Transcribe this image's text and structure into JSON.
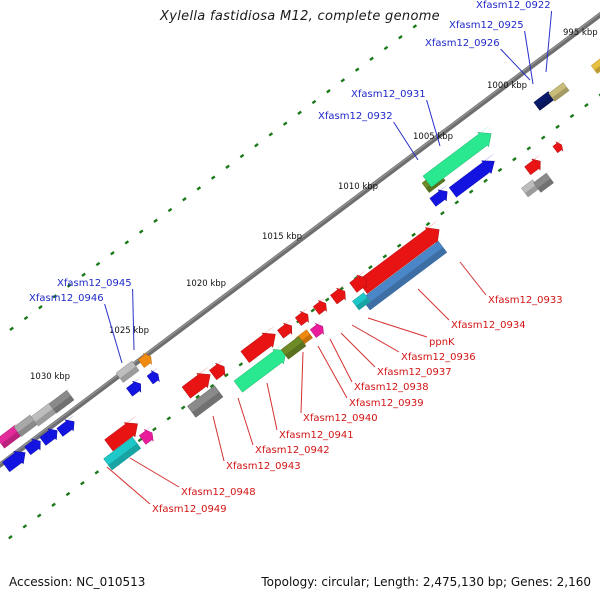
{
  "map": {
    "title": "Xylella fastidiosa M12, complete genome",
    "accession": "Accession: NC_010513",
    "topology": "Topology: circular; Length: 2,475,130 bp; Genes: 2,160"
  },
  "colors": {
    "rail": "#6f6f6f",
    "tick": "#1a7a1a",
    "label_blue": "#1f28c8",
    "label_red": "#d21414",
    "line_blue": "#2a30c8",
    "line_red": "#d43030"
  },
  "scale": {
    "unit": "kbp",
    "marks": [
      {
        "label": "995 kbp"
      },
      {
        "label": "1000 kbp"
      },
      {
        "label": "1005 kbp"
      },
      {
        "label": "1010 kbp"
      },
      {
        "label": "1015 kbp"
      },
      {
        "label": "1020 kbp"
      },
      {
        "label": "1025 kbp"
      },
      {
        "label": "1030 kbp"
      }
    ]
  },
  "genes": {
    "strand_top": [
      {
        "shape": "box",
        "color": "#e32a9a",
        "name": ""
      },
      {
        "shape": "box",
        "color": "#a8a8a8",
        "name": ""
      },
      {
        "shape": "box",
        "color": "#bdbdbd",
        "name": ""
      },
      {
        "shape": "box",
        "color": "#8a8a8a",
        "name": ""
      },
      {
        "shape": "box",
        "color": "#bdbdbd",
        "name": "Xfasm12_0946"
      },
      {
        "shape": "arrow",
        "color": "#f08a10",
        "name": "Xfasm12_0945"
      },
      {
        "shape": "box",
        "color": "#6e8a26",
        "name": "Xfasm12_0932"
      },
      {
        "shape": "arrow",
        "color": "#2ae890",
        "name": "Xfasm12_0931"
      },
      {
        "shape": "box",
        "color": "#0a1a6a",
        "name": "Xfasm12_0926"
      },
      {
        "shape": "box",
        "color": "#c8bc78",
        "name": "Xfasm12_0925"
      },
      {
        "shape": "box",
        "color": "#e8c040",
        "name": "Xfasm12_0922"
      }
    ],
    "strand_top_inner": [
      {
        "shape": "arrow",
        "color": "#1414e0",
        "name": ""
      },
      {
        "shape": "arrow",
        "color": "#1414e0",
        "name": ""
      },
      {
        "shape": "arrow",
        "color": "#1414e0",
        "name": ""
      },
      {
        "shape": "arrow",
        "color": "#1414e0",
        "name": ""
      },
      {
        "shape": "arrow",
        "color": "#1414e0",
        "name": ""
      },
      {
        "shape": "arrow",
        "color": "#1414e0",
        "name": ""
      },
      {
        "shape": "arrow",
        "color": "#1414e0",
        "name": ""
      },
      {
        "shape": "arrow",
        "color": "#1414e0",
        "name": ""
      }
    ],
    "strand_bottom_outer": [
      {
        "shape": "arrow",
        "color": "#e81414",
        "name": "Xfasm12_0933"
      },
      {
        "shape": "arrow",
        "color": "#e81414",
        "name": "ppnK"
      },
      {
        "shape": "arrow",
        "color": "#e81414",
        "name": "Xfasm12_0936"
      },
      {
        "shape": "arrow",
        "color": "#e81414",
        "name": "Xfasm12_0937"
      },
      {
        "shape": "arrow",
        "color": "#e81414",
        "name": "Xfasm12_0938"
      },
      {
        "shape": "arrow",
        "color": "#e81414",
        "name": "Xfasm12_0941"
      },
      {
        "shape": "arrow",
        "color": "#e81414",
        "name": ""
      },
      {
        "shape": "arrow",
        "color": "#e81414",
        "name": "Xfasm12_0948"
      },
      {
        "shape": "arrow",
        "color": "#e81414",
        "name": ""
      },
      {
        "shape": "arrow",
        "color": "#e81414",
        "name": ""
      },
      {
        "shape": "arrow",
        "color": "#e81414",
        "name": ""
      },
      {
        "shape": "arrow",
        "color": "#e81414",
        "name": ""
      }
    ],
    "strand_bottom_inner": [
      {
        "shape": "box",
        "color": "#4a86c8",
        "name": "Xfasm12_0934"
      },
      {
        "shape": "box",
        "color": "#1ec8c8",
        "name": ""
      },
      {
        "shape": "arrow",
        "color": "#e81b9a",
        "name": "Xfasm12_0939"
      },
      {
        "shape": "box",
        "color": "#f08a10",
        "name": "Xfasm12_0940"
      },
      {
        "shape": "arrow",
        "color": "#2ae890",
        "name": "Xfasm12_0942"
      },
      {
        "shape": "box",
        "color": "#6e8a26",
        "name": ""
      },
      {
        "shape": "box",
        "color": "#8a8a8a",
        "name": "Xfasm12_0943"
      },
      {
        "shape": "box",
        "color": "#1ec8c8",
        "name": "Xfasm12_0949"
      },
      {
        "shape": "arrow",
        "color": "#e81b9a",
        "name": ""
      },
      {
        "shape": "box",
        "color": "#bdbdbd",
        "name": ""
      },
      {
        "shape": "box",
        "color": "#8a8a8a",
        "name": ""
      }
    ]
  },
  "callouts": {
    "blue": [
      "Xfasm12_0922",
      "Xfasm12_0925",
      "Xfasm12_0926",
      "Xfasm12_0931",
      "Xfasm12_0932",
      "Xfasm12_0945",
      "Xfasm12_0946"
    ],
    "red": [
      "Xfasm12_0933",
      "Xfasm12_0934",
      "ppnK",
      "Xfasm12_0936",
      "Xfasm12_0937",
      "Xfasm12_0938",
      "Xfasm12_0939",
      "Xfasm12_0940",
      "Xfasm12_0941",
      "Xfasm12_0942",
      "Xfasm12_0943",
      "Xfasm12_0948",
      "Xfasm12_0949"
    ]
  }
}
